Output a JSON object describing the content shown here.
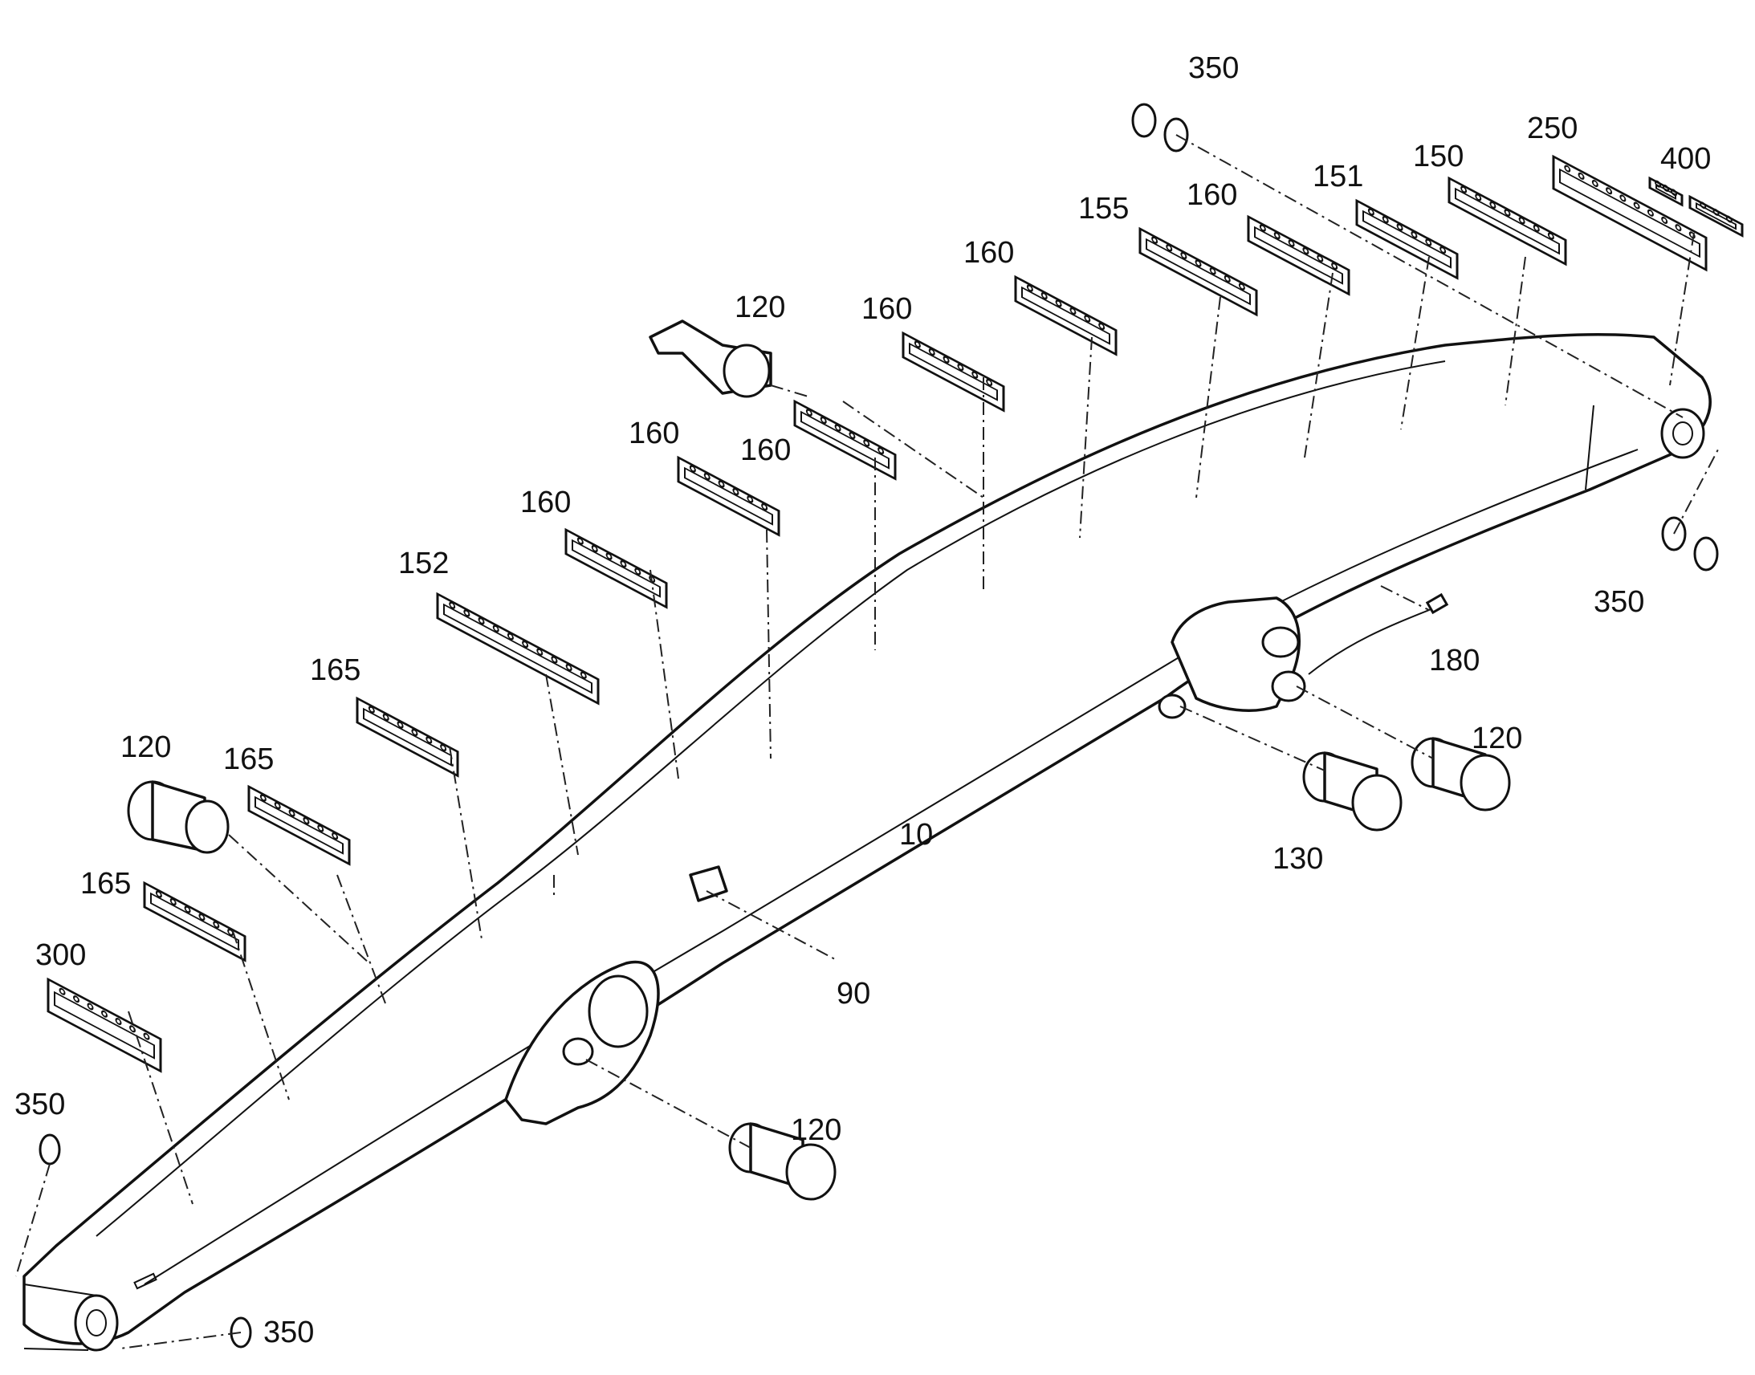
{
  "callouts": {
    "c10": "10",
    "c90": "90",
    "c120_top": "120",
    "c120_left": "120",
    "c120_right": "120",
    "c120_bottom": "120",
    "c130": "130",
    "c150": "150",
    "c151": "151",
    "c152": "152",
    "c155": "155",
    "c160_a": "160",
    "c160_b": "160",
    "c160_c": "160",
    "c160_d": "160",
    "c160_e": "160",
    "c160_f": "160",
    "c165_a": "165",
    "c165_b": "165",
    "c165_c": "165",
    "c180": "180",
    "c250": "250",
    "c300": "300",
    "c350_top": "350",
    "c350_right": "350",
    "c350_left": "350",
    "c350_bottom": "350",
    "c400": "400"
  }
}
